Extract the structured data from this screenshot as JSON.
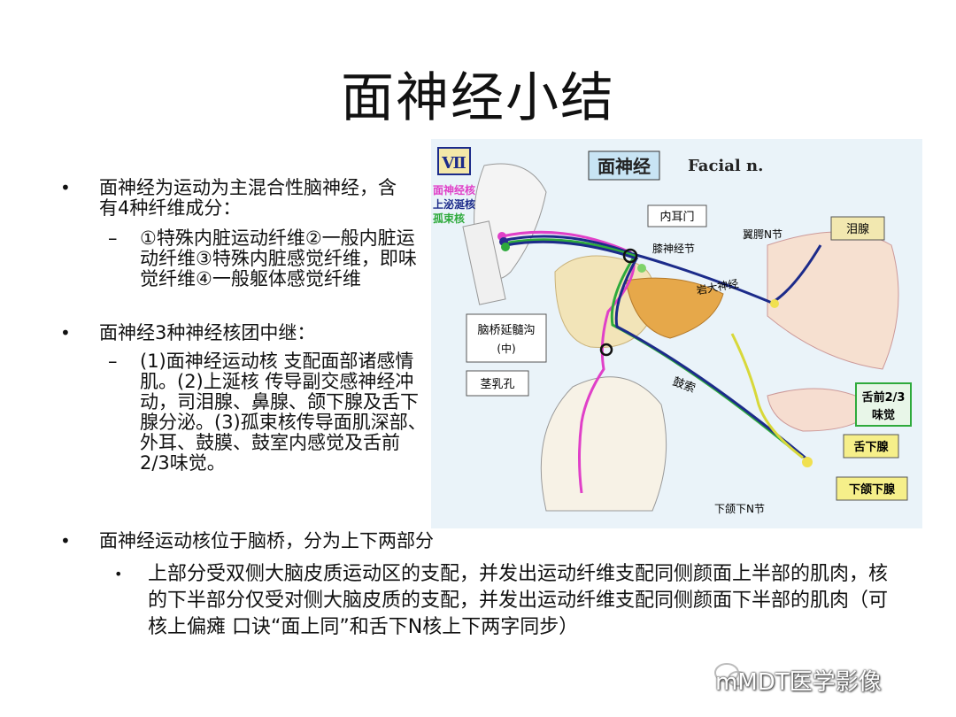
{
  "slide": {
    "title": "面神经小结",
    "bullets": [
      {
        "text": "面神经为运动为主混合性脑神经，含有4种纤维成分：",
        "sub": "①特殊内脏运动纤维②一般内脏运动纤维③特殊内脏感觉纤维，即味觉纤维④一般躯体感觉纤维"
      },
      {
        "text": "面神经3种神经核团中继：",
        "sub": "(1)面神经运动核 支配面部诸感情肌。(2)上涎核 传导副交感神经冲动，司泪腺、鼻腺、颌下腺及舌下腺分泌。(3)孤束核传导面肌深部、外耳、鼓膜、鼓室内感觉及舌前2/3味觉。"
      },
      {
        "text": "面神经运动核位于脑桥，分为上下两部分",
        "sub": "上部分受双侧大脑皮质运动区的支配，并发出运动纤维支配同侧颜面上半部的肌肉，核的下半部分仅受对侧大脑皮质的支配，并发出运动纤维支配同侧颜面下半部的肌肉（可核上偏瘫 口诀“面上同”和舌下N核上下两字同步）"
      }
    ]
  },
  "figure": {
    "roman": "Ⅶ",
    "title_cn": "面神经",
    "title_en": "Facial n.",
    "nuclei": [
      "面神经核",
      "上泌涎核",
      "孤束核"
    ],
    "labels": {
      "inner_ear": "内耳门",
      "geniculate": "膝神经节",
      "pterygo": "翼腭N节",
      "lacrimal": "泪腺",
      "greater_petrosal": "岩大神经",
      "sulcus": "脑桥延髓沟",
      "sulcus_sub": "(中)",
      "stylomastoid": "茎乳孔",
      "chorda": "鼓索",
      "taste": "舌前2/3",
      "taste2": "味觉",
      "sublingual": "舌下腺",
      "submandibular": "下颌下腺",
      "submand_ganglion": "下颌下N节"
    }
  },
  "watermark": "mMDT医学影像",
  "colors": {
    "motor": "#e040c8",
    "visceral_motor": "#1c2b8a",
    "taste": "#2eaa3c",
    "tan": "#e9d8a8",
    "figure_bg": "#eaf3f9"
  }
}
